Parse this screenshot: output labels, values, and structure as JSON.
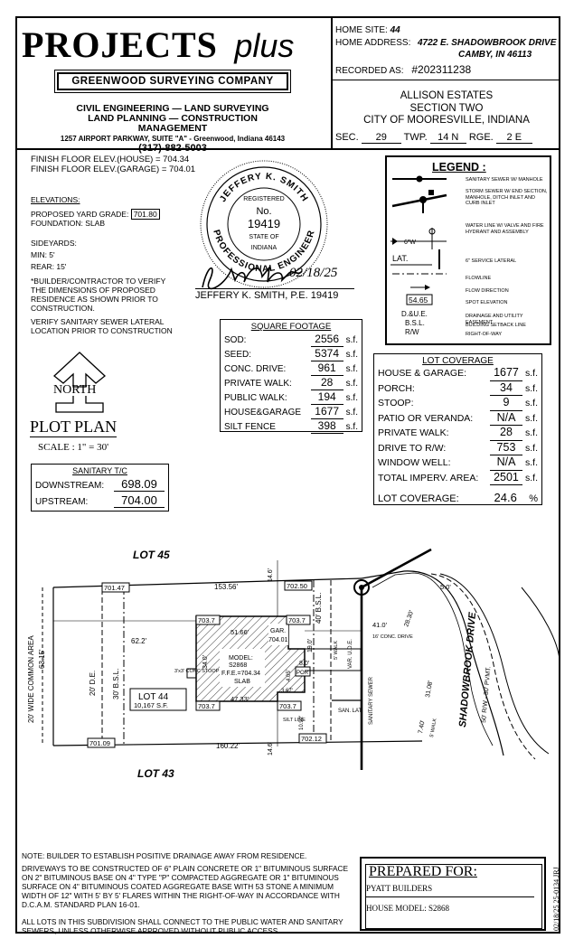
{
  "header": {
    "logo_main": "PROJECTS",
    "logo_plus": "plus",
    "company_name": "GREENWOOD SURVEYING COMPANY",
    "services_line1": "CIVIL ENGINEERING — LAND SURVEYING",
    "services_line2": "LAND PLANNING — CONSTRUCTION MANAGEMENT",
    "address_line": "1257 AIRPORT PARKWAY, SUITE \"A\" - Greenwood, Indiana 46143",
    "phone": "(317)-882-5003"
  },
  "site": {
    "home_site_label": "HOME SITE:",
    "home_site_value": "44",
    "home_address_label": "HOME ADDRESS:",
    "home_address_line1": "4722 E. SHADOWBROOK DRIVE",
    "home_address_line2": "CAMBY, IN 46113",
    "recorded_label": "RECORDED AS:",
    "recorded_value": "#202311238",
    "subdivision": "ALLISON ESTATES",
    "section": "SECTION TWO",
    "city": "CITY OF MOORESVILLE, INDIANA",
    "sec_label": "SEC.",
    "sec_value": "29",
    "twp_label": "TWP.",
    "twp_value": "14 N",
    "rge_label": "RGE.",
    "rge_value": "2 E"
  },
  "floor": {
    "house_label": "FINISH FLOOR ELEV.(HOUSE) = 704.34",
    "garage_label": "FINISH FLOOR ELEV.(GARAGE) = 704.01"
  },
  "elevations": {
    "title": "ELEVATIONS:",
    "yard_grade_label": "PROPOSED YARD GRADE:",
    "yard_grade_value": "701.80",
    "foundation": "FOUNDATION: SLAB"
  },
  "sideyards": {
    "title": "SIDEYARDS:",
    "min": "MIN: 5'",
    "rear": "REAR: 15'"
  },
  "notes_left": {
    "verify_dims": "*BUILDER/CONTRACTOR TO VERIFY THE DIMENSIONS OF PROPOSED RESIDENCE AS SHOWN PRIOR TO CONSTRUCTION.",
    "verify_sewer": "VERIFY SANITARY SEWER LATERAL LOCATION PRIOR TO CONSTRUCTION"
  },
  "seal": {
    "name_arc": "JEFFERY K. SMITH",
    "registered": "REGISTERED",
    "no_label": "No.",
    "number": "19419",
    "state_of": "STATE OF",
    "state": "INDIANA",
    "bottom_arc": "PROFESSIONAL ENGINEER",
    "signature_date": "02/18/25",
    "signer": "JEFFERY K. SMITH, P.E. 19419"
  },
  "legend": {
    "title": "LEGEND :",
    "items": [
      "SANITARY SEWER W/ MANHOLE",
      "STORM SEWER W/ END SECTION, MANHOLE, DITCH INLET AND CURB INLET",
      "WATER LINE W/ VALVE AND FIRE HYDRANT AND ASSEMBLY",
      "6\" SERVICE LATERAL",
      "FLOWLINE",
      "FLOW DIRECTION",
      "SPOT ELEVATION",
      "DRAINAGE AND UTILITY EASEMENT",
      "BUILDING SETBACK LINE",
      "RIGHT-OF-WAY"
    ],
    "water_label": "6\"W",
    "lat_label": "LAT.",
    "spot_value": "54.65",
    "due": "D.&U.E.",
    "bsl": "B.S.L.",
    "rw": "R/W"
  },
  "square_footage": {
    "title": "SQUARE FOOTAGE",
    "rows": [
      {
        "label": "SOD:",
        "value": "2556",
        "unit": "s.f."
      },
      {
        "label": "SEED:",
        "value": "5374",
        "unit": "s.f."
      },
      {
        "label": "CONC. DRIVE:",
        "value": "961",
        "unit": "s.f."
      },
      {
        "label": "PRIVATE WALK:",
        "value": "28",
        "unit": "s.f."
      },
      {
        "label": "PUBLIC WALK:",
        "value": "194",
        "unit": "s.f."
      },
      {
        "label": "HOUSE&GARAGE",
        "value": "1677",
        "unit": "s.f."
      },
      {
        "label": "SILT FENCE",
        "value": "398",
        "unit": "s.f."
      }
    ]
  },
  "lot_coverage": {
    "title": "LOT COVERAGE",
    "rows": [
      {
        "label": "HOUSE & GARAGE:",
        "value": "1677",
        "unit": "s.f."
      },
      {
        "label": "PORCH:",
        "value": "34",
        "unit": "s.f."
      },
      {
        "label": "STOOP:",
        "value": "9",
        "unit": "s.f."
      },
      {
        "label": "PATIO OR VERANDA:",
        "value": "N/A",
        "unit": "s.f."
      },
      {
        "label": "PRIVATE WALK:",
        "value": "28",
        "unit": "s.f."
      },
      {
        "label": "DRIVE TO R/W:",
        "value": "753",
        "unit": "s.f."
      },
      {
        "label": "WINDOW WELL:",
        "value": "N/A",
        "unit": "s.f."
      },
      {
        "label": "TOTAL IMPERV. AREA:",
        "value": "2501",
        "unit": "s.f."
      }
    ],
    "coverage_label": "LOT COVERAGE:",
    "coverage_value": "24.6",
    "coverage_unit": "%"
  },
  "plot": {
    "north": "NORTH",
    "title": "PLOT PLAN",
    "scale": "SCALE : 1\" = 30'"
  },
  "sanitary": {
    "title": "SANITARY T/C",
    "downstream_label": "DOWNSTREAM:",
    "downstream_value": "698.09",
    "upstream_label": "UPSTREAM:",
    "upstream_value": "704.00"
  },
  "drawing": {
    "lot45": "LOT 45",
    "lot43": "LOT 43",
    "lot44": "LOT 44",
    "lot44_area": "10,167 S.F.",
    "common_area": "20' WIDE COMMON AREA",
    "street": "SHADOWBROOK DRIVE",
    "row_label": "50' R/W - 30' PVMT.",
    "de_label": "20' D.E.",
    "bsl30": "30' B.S.L.",
    "bsl40": "40' B.S.L.",
    "due_label": "VAR. U.D.E.",
    "dim_153": "153.56'",
    "dim_160": "160.22'",
    "dim_63": "63.15'",
    "dim_62": "62.2'",
    "dim_51": "51.66'",
    "dim_47": "47.33'",
    "dim_34": "34.0'",
    "dim_19": "19.0'",
    "dim_14a": "14.6'",
    "dim_14b": "14.6'",
    "dim_41": "41.0'",
    "dim_5": "5.0'",
    "dim_28": "28.30'",
    "dim_31": "31.08'",
    "dim_740": "7.40'",
    "dim_8": "8.0'",
    "dim_4": "4.05'",
    "dim_3": "3.67'",
    "dim_1092": "10.92'",
    "spot_70147": "701.47",
    "spot_70250": "702.50",
    "spot_70377a": "703.7",
    "spot_70377b": "703.7",
    "spot_70377c": "703.7",
    "spot_70377d": "703.7",
    "spot_70109": "701.09",
    "spot_70212": "702.12",
    "model_label": "MODEL:",
    "model_value": "S2868",
    "ffe": "F.F.E.=704.34",
    "slab": "SLAB",
    "gar": "GAR.",
    "gar_elev": "704.01",
    "stoop": "3'x3' CONC STOOP",
    "por": "POR",
    "conc_drive": "16' CONC. DRIVE",
    "walk1": "5' WALK",
    "walk2": "5' WALK",
    "sewer": "SANITARY SEWER",
    "sanlat": "SAN. LAT.",
    "silt": "SILT LINE"
  },
  "bottom_notes": {
    "drainage": "NOTE: BUILDER TO ESTABLISH POSITIVE DRAINAGE AWAY FROM RESIDENCE.",
    "driveway": "DRIVEWAYS TO BE CONSTRUCTED OF 6\" PLAIN CONCRETE OR 1\" BITUMINOUS SURFACE ON 2\" BITUMINOUS BASE ON 4\" TYPE \"P\" COMPACTED AGGREGATE OR 1\" BITUMINOUS SURFACE ON 4\" BITUMINOUS COATED AGGREGATE BASE WITH 53 STONE A MINIMUM WIDTH OF 12\" WITH 5' BY 5' FLARES WITHIN THE RIGHT-OF-WAY IN ACCORDANCE WITH D.C.A.M. STANDARD PLAN 16-01.",
    "lots": "ALL LOTS IN THIS SUBDIVISION SHALL CONNECT TO THE PUBLIC WATER AND SANITARY SEWERS, UNLESS OTHERWISE APPROVED WITHOUT PUBLIC ACCESS."
  },
  "prepared": {
    "title": "PREPARED FOR:",
    "builder": "PYATT BUILDERS",
    "model": "HOUSE MODEL:  S2868",
    "stamp": "02/18/25 25-0134 JRJ"
  }
}
